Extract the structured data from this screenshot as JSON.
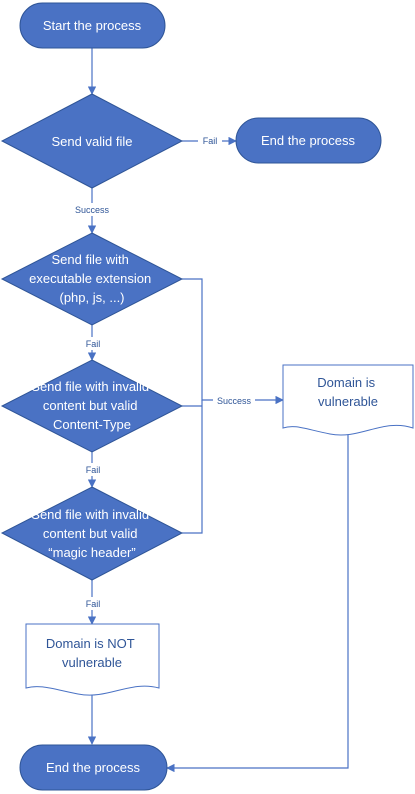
{
  "nodes": {
    "start": {
      "label": "Start the process"
    },
    "send_valid_file": {
      "label": "Send valid file"
    },
    "end_top": {
      "label": "End the process"
    },
    "send_exec_ext": {
      "lines": [
        "Send file with",
        "executable extension",
        "(php, js, ...)"
      ]
    },
    "send_invalid_content_type": {
      "lines": [
        "Send file with invalid",
        "content but valid",
        "Content-Type"
      ]
    },
    "send_invalid_magic": {
      "lines": [
        "Send file with invalid",
        "content but valid",
        "“magic header”"
      ]
    },
    "domain_vulnerable": {
      "lines": [
        "Domain is",
        "vulnerable"
      ]
    },
    "domain_not_vulnerable": {
      "lines": [
        "Domain is NOT",
        "vulnerable"
      ]
    },
    "end_bottom": {
      "label": "End the process"
    }
  },
  "edges": {
    "fail_1": "Fail",
    "success_1": "Success",
    "fail_2": "Fail",
    "success_2": "Success",
    "fail_3": "Fail",
    "fail_4": "Fail"
  },
  "colors": {
    "shape_fill": "#4a72c4",
    "shape_stroke": "#2f5597",
    "doc_fill": "#ffffff",
    "line": "#4a72c4",
    "text_dark": "#2f5597"
  }
}
